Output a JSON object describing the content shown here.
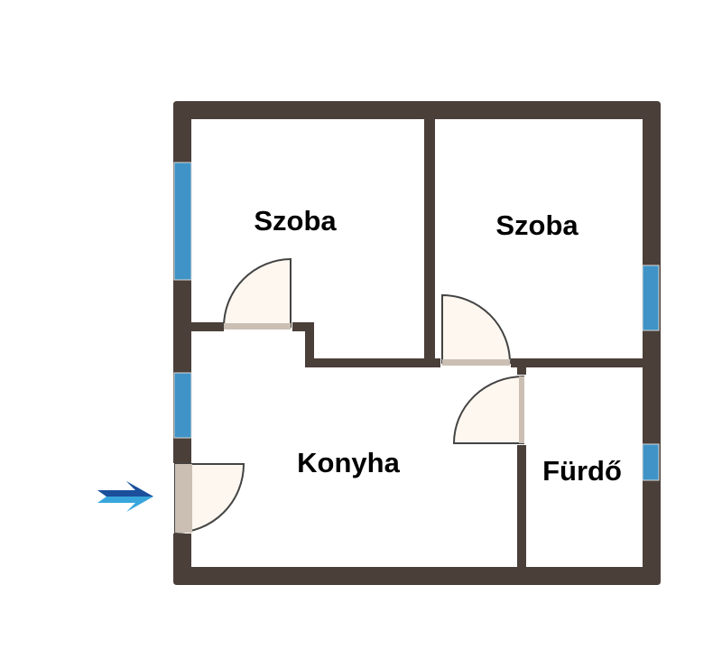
{
  "rooms": [
    {
      "name": "Szoba"
    },
    {
      "name": "Szoba"
    },
    {
      "name": "Konyha"
    },
    {
      "name": "Fürdő"
    }
  ],
  "colors": {
    "wall": "#4b3f39",
    "window": "#3f93c6",
    "door_fill": "#fdf7f0",
    "door_leaf": "#cbbfb4",
    "arrow": "#1e64b4"
  }
}
